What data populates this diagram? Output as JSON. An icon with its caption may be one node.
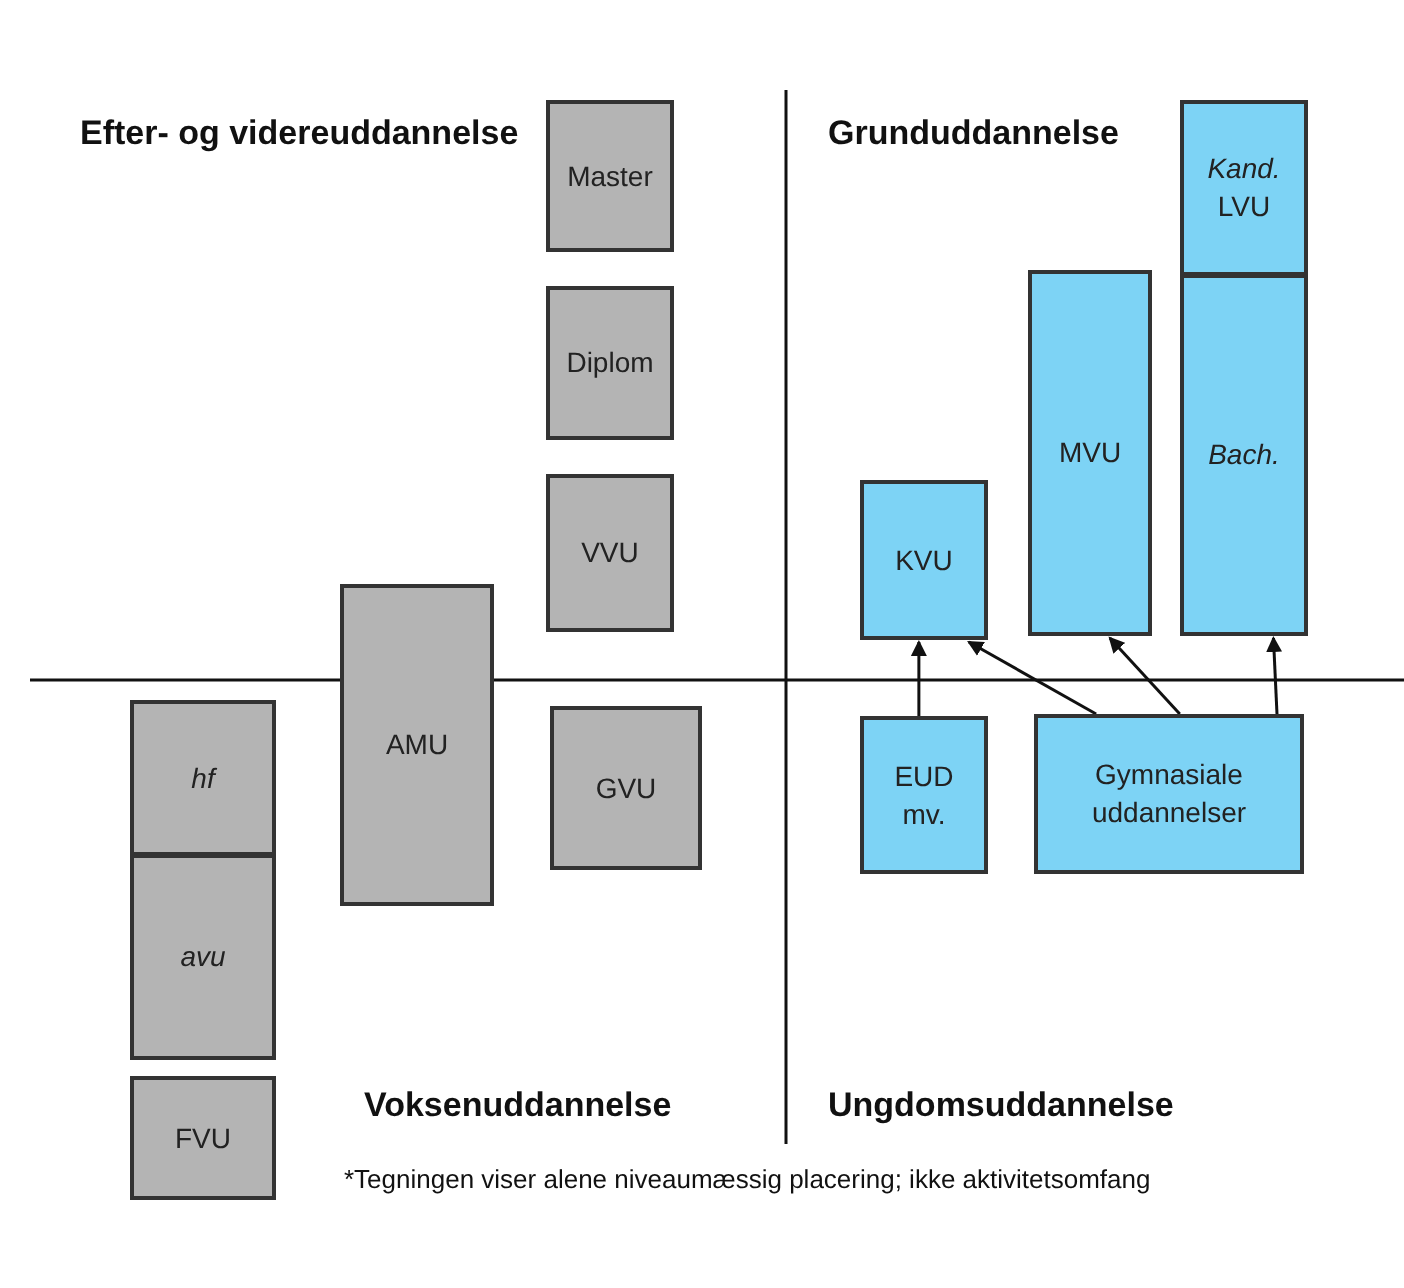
{
  "diagram": {
    "caption": "*Tegningen viser alene niveaumæssig placering; ikke aktivitetsomfang",
    "nodes": [
      {
        "text": [
          "Master"
        ]
      },
      {
        "text": [
          "Diplom"
        ]
      },
      {
        "text": [
          "VVU"
        ]
      },
      {
        "text": [
          "AMU"
        ]
      },
      {
        "text": [
          "GVU"
        ]
      },
      {
        "text": [
          "hf"
        ]
      },
      {
        "text": [
          "avu"
        ]
      },
      {
        "text": [
          "FVU"
        ]
      },
      {
        "text": [
          "*Kand.* LVU"
        ]
      },
      {
        "text": [
          "Bach."
        ]
      },
      {
        "text": [
          "MVU"
        ]
      },
      {
        "text": [
          "KVU"
        ]
      },
      {
        "text": [
          "EUD mv."
        ]
      },
      {
        "text": [
          "Gymnasiale uddannelser"
        ]
      }
    ],
    "edges": [
      {
        "from": 12,
        "to": 11,
        "arrow": "to"
      },
      {
        "from": 13,
        "to": 11,
        "arrow": "to"
      },
      {
        "from": 13,
        "to": 10,
        "arrow": "to"
      },
      {
        "from": 13,
        "to": 9,
        "arrow": "to"
      }
    ],
    "labels": [
      "Efter- og videreuddannelse",
      "Grunduddannelse",
      "Voksenuddannelse",
      "Ungdomsuddannelse"
    ]
  }
}
